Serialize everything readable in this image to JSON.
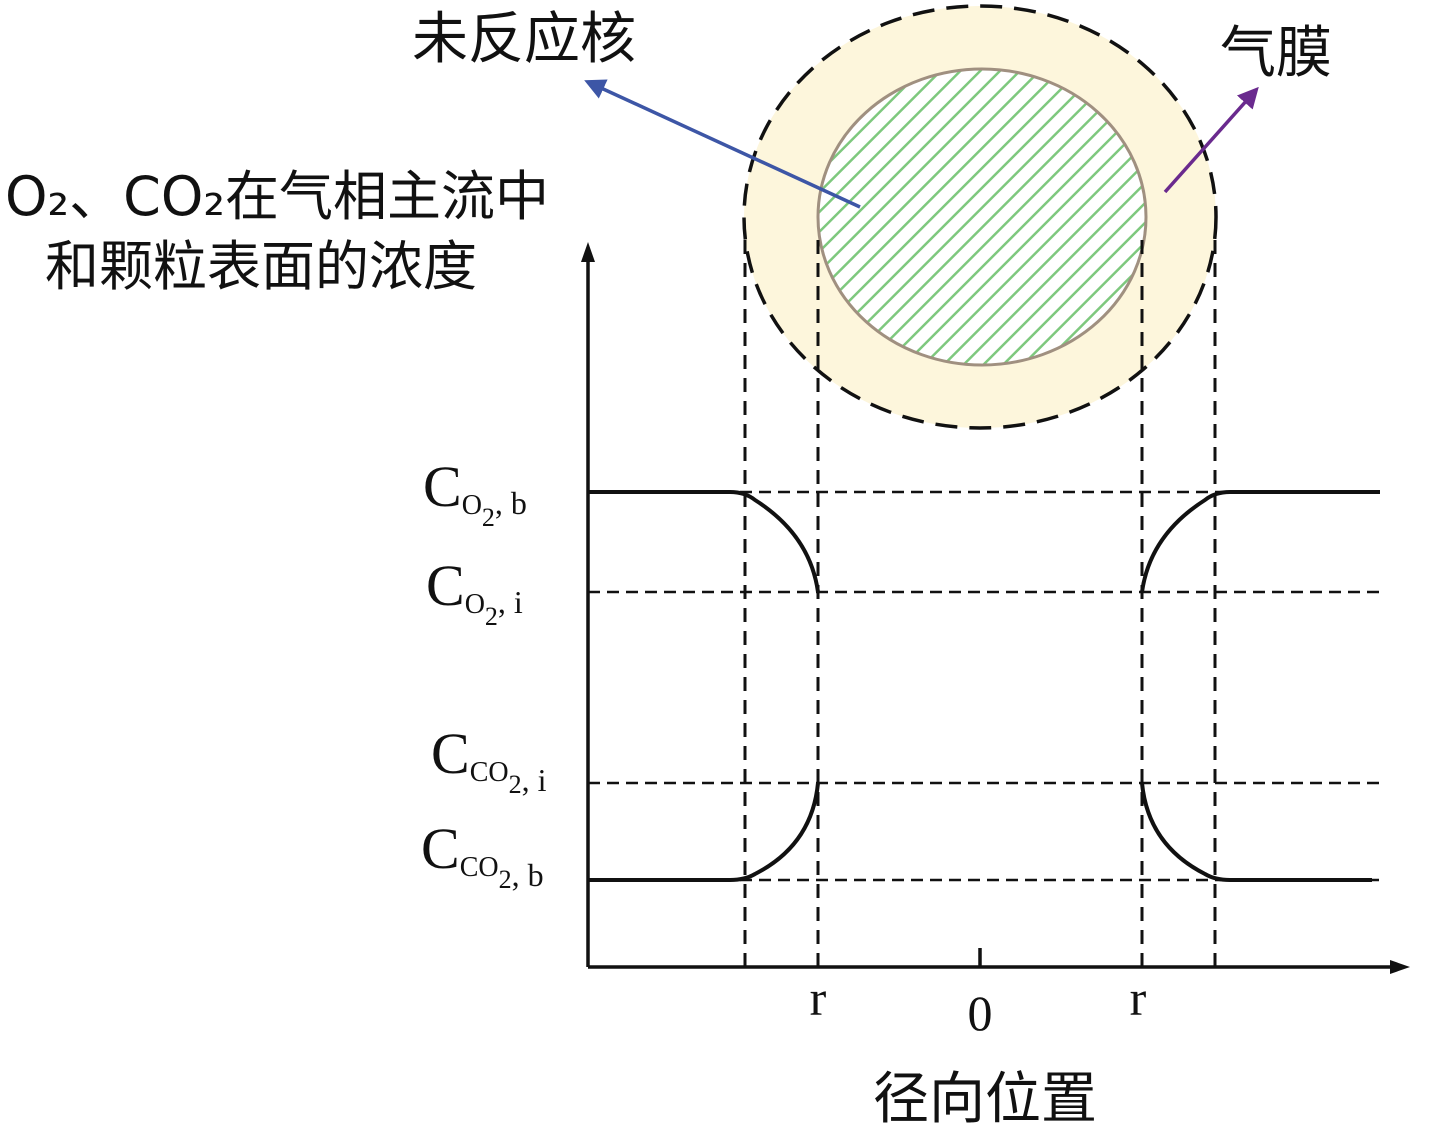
{
  "labels": {
    "core": "未反应核",
    "film": "气膜",
    "y_axis_line1": "O₂、CO₂在气相主流中",
    "y_axis_line2": "和颗粒表面的浓度",
    "x_axis": "径向位置",
    "tick_r_left": "r",
    "tick_zero": "0",
    "tick_r_right": "r"
  },
  "concentration_labels": {
    "o2_b": {
      "main": "C",
      "sub": "O",
      "subsub": "2",
      "tail": ", b"
    },
    "o2_i": {
      "main": "C",
      "sub": "O",
      "subsub": "2",
      "tail": ", i"
    },
    "co2_i": {
      "main": "C",
      "sub": "CO",
      "subsub": "2",
      "tail": ", i"
    },
    "co2_b": {
      "main": "C",
      "sub": "CO",
      "subsub": "2",
      "tail": ", b"
    }
  },
  "colors": {
    "film_fill": "#fdf6dc",
    "core_fill": "#ffffff",
    "core_hatch": "#7ec87e",
    "core_outline": "#a09080",
    "core_arrow": "#3d56a6",
    "film_arrow": "#6a2a8e",
    "line": "#111111"
  }
}
